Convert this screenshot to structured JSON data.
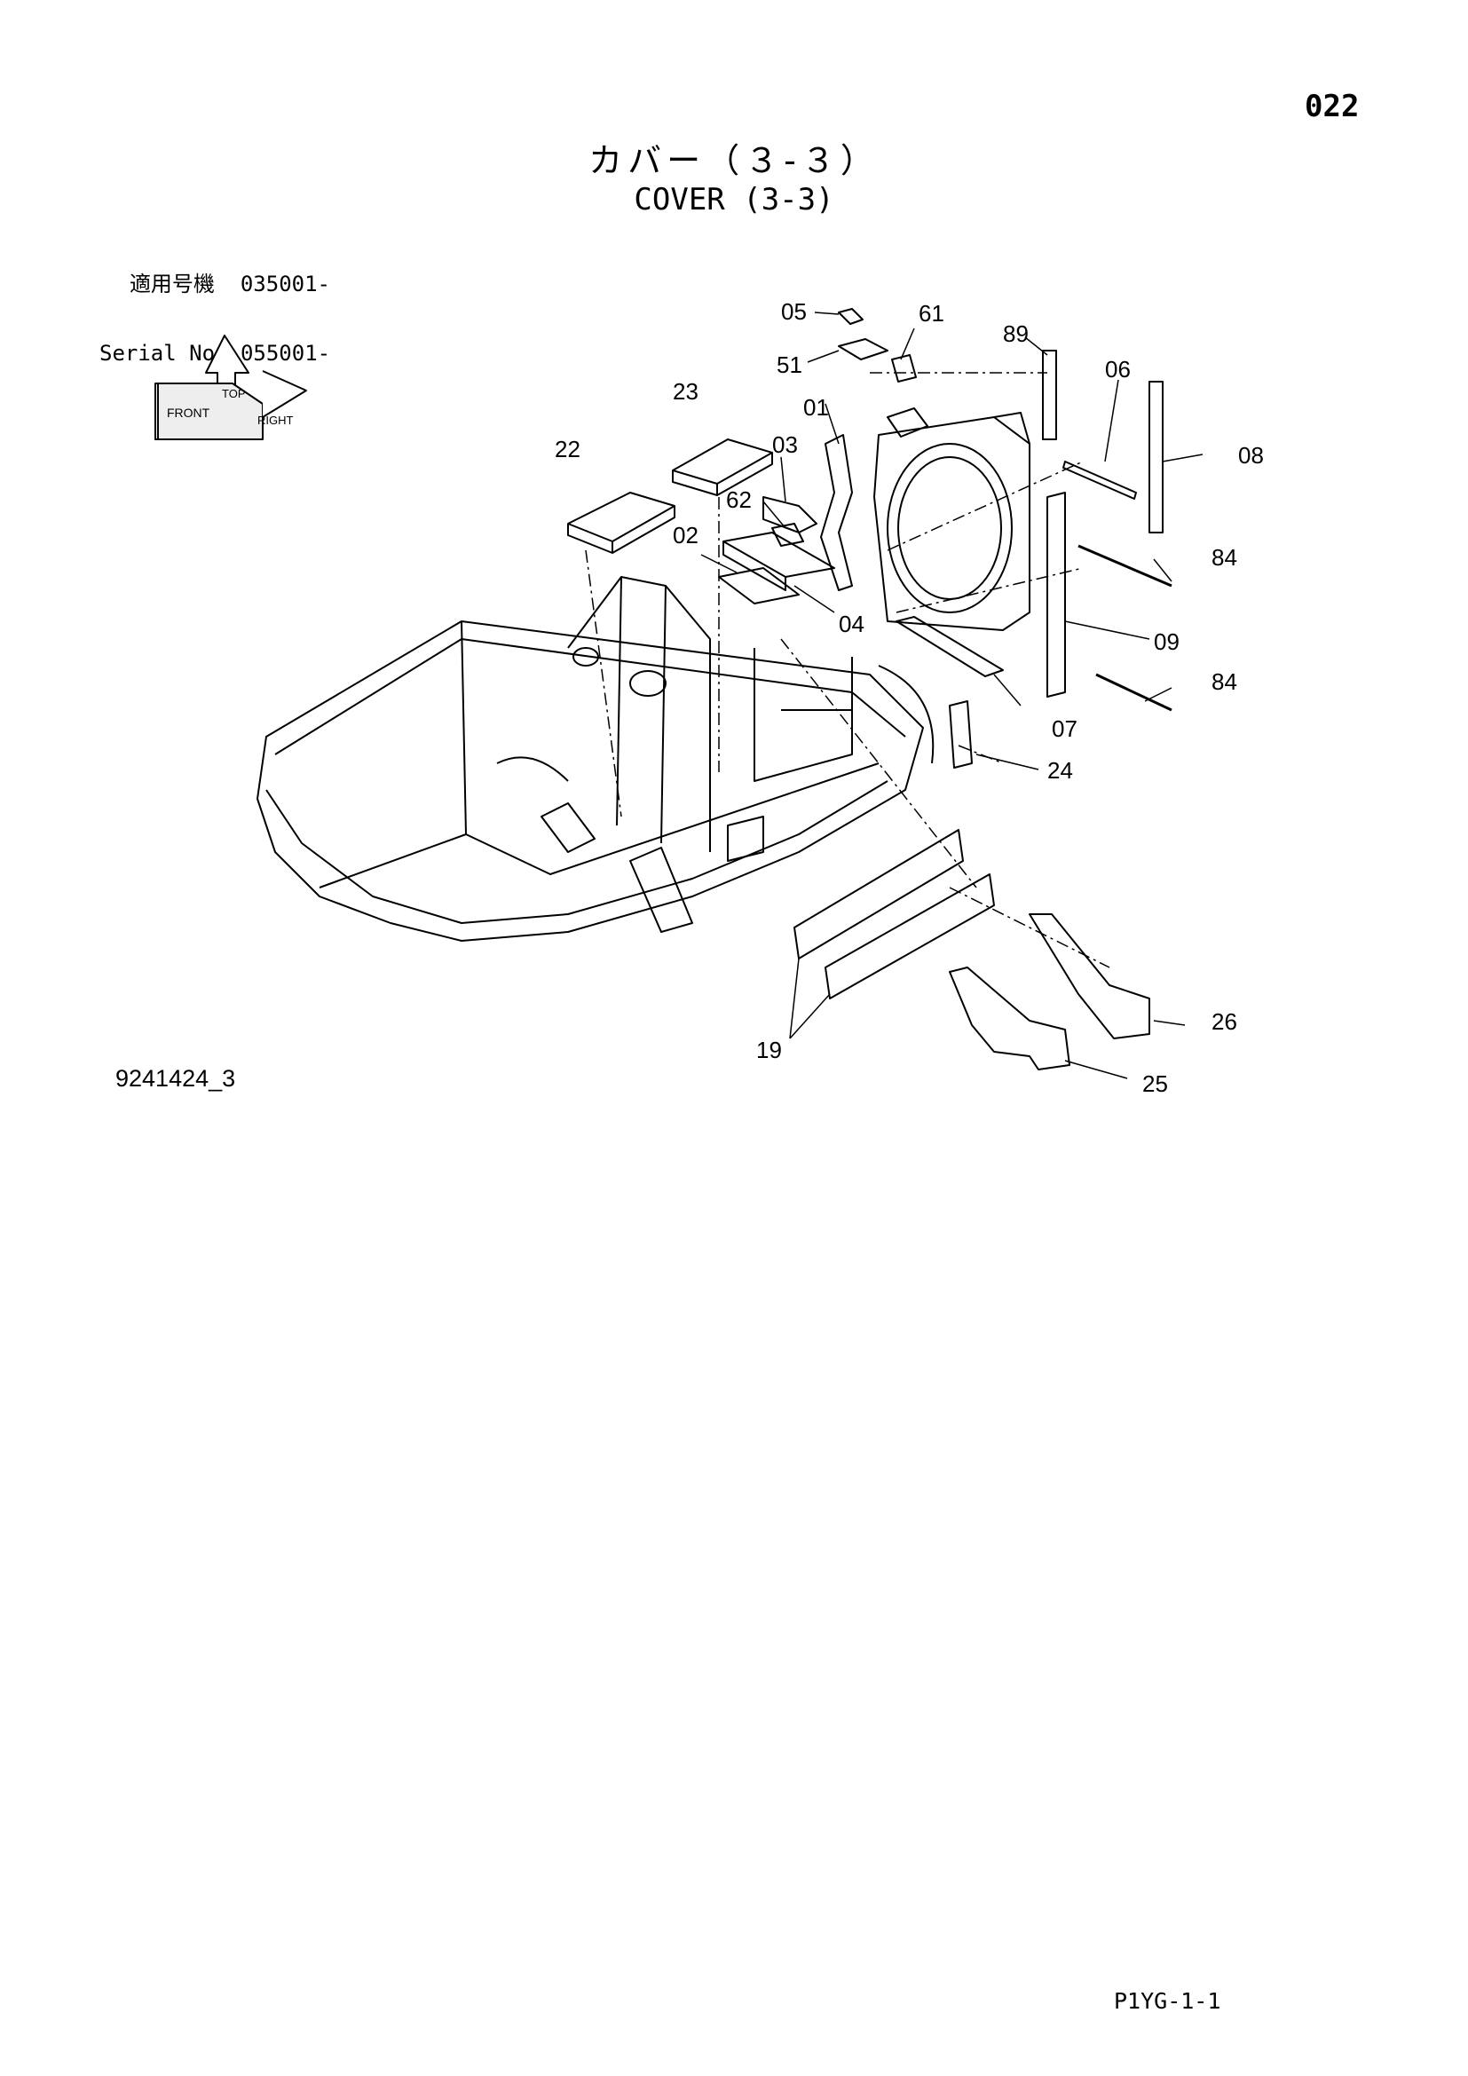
{
  "page": {
    "number": "022",
    "footer_code": "P1YG-1-1",
    "doc_id": "9241424_3"
  },
  "title": {
    "japanese": "カバー（３-３）",
    "english": "COVER (3-3)"
  },
  "serial": {
    "jp_label": "適用号機",
    "jp_value": "035001-",
    "en_label": "Serial No.",
    "en_value": "055001-"
  },
  "orientation": {
    "top": "TOP",
    "front": "FRONT",
    "right": "RIGHT"
  },
  "callouts": [
    "05",
    "61",
    "51",
    "89",
    "06",
    "08",
    "23",
    "01",
    "03",
    "22",
    "62",
    "02",
    "04",
    "84",
    "09",
    "07",
    "84",
    "24",
    "26",
    "19",
    "25"
  ]
}
